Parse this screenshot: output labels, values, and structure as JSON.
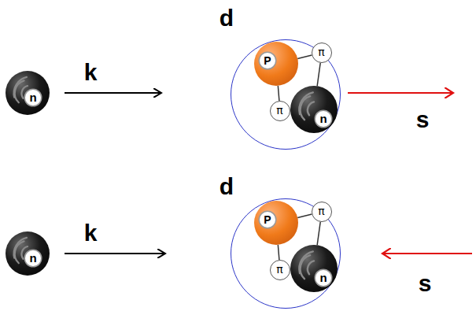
{
  "diagram": {
    "nodes": [
      {
        "text": [
          "n"
        ]
      },
      {
        "text": [
          "d"
        ]
      },
      {
        "text": [
          "P"
        ],
        "in": 1
      },
      {
        "text": [
          "π"
        ],
        "in": 1
      },
      {
        "text": [
          "π"
        ],
        "in": 1
      },
      {
        "text": [
          "n"
        ],
        "in": 1
      },
      {
        "text": [
          "n"
        ]
      },
      {
        "text": [
          "d"
        ]
      },
      {
        "text": [
          "P"
        ],
        "in": 7
      },
      {
        "text": [
          "π"
        ],
        "in": 7
      },
      {
        "text": [
          "π"
        ],
        "in": 7
      },
      {
        "text": [
          "n"
        ],
        "in": 7
      }
    ],
    "edges": [
      {
        "from": 2,
        "to": 3,
        "arrow": "none"
      },
      {
        "from": 3,
        "to": 5,
        "arrow": "none"
      },
      {
        "from": 2,
        "to": 4,
        "arrow": "none"
      },
      {
        "from": 4,
        "to": 5,
        "arrow": "none"
      },
      {
        "from": 8,
        "to": 9,
        "arrow": "none"
      },
      {
        "from": 9,
        "to": 11,
        "arrow": "none"
      },
      {
        "from": 8,
        "to": 10,
        "arrow": "none"
      },
      {
        "from": 10,
        "to": 11,
        "arrow": "none"
      }
    ],
    "labels": [
      "k",
      "s",
      "k",
      "s"
    ]
  }
}
